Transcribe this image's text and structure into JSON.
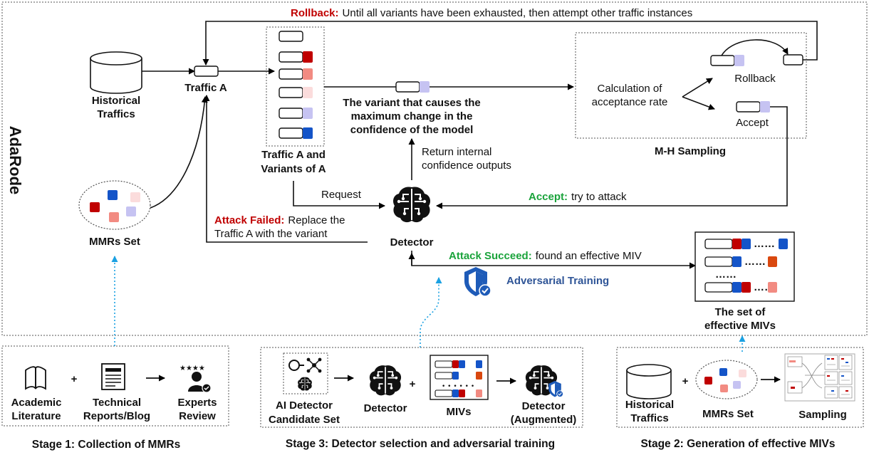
{
  "sidebar": {
    "title": "AdaRode"
  },
  "top_rollback": {
    "label": "Rollback:",
    "text": "Until all variants have been exhausted, then attempt other traffic instances"
  },
  "historical": {
    "line1": "Historical",
    "line2": "Traffics"
  },
  "traffic_a": {
    "label": "Traffic A"
  },
  "variants": {
    "line1": "Traffic A and",
    "line2": "Variants of A"
  },
  "max_variant": {
    "line1": "The variant that causes the",
    "line2": "maximum change in the",
    "line3": "confidence of the model"
  },
  "mh": {
    "title": "M-H Sampling",
    "calc_line1": "Calculation of",
    "calc_line2": "acceptance rate",
    "rollback": "Rollback",
    "accept": "Accept"
  },
  "return_outputs": {
    "line1": "Return internal",
    "line2": "confidence outputs"
  },
  "request": {
    "label": "Request"
  },
  "accept_attack": {
    "label": "Accept:",
    "text": "try to attack"
  },
  "attack_failed": {
    "label": "Attack Failed:",
    "text": "Replace the",
    "line2": "Traffic A with the variant"
  },
  "detector": {
    "label": "Detector"
  },
  "mmrs": {
    "label": "MMRs Set"
  },
  "attack_succeed": {
    "label": "Attack Succeed:",
    "text": "found an effective MIV"
  },
  "adv_training": {
    "label": "Adversarial Training"
  },
  "effective_mivs": {
    "line1": "The set of",
    "line2": "effective MIVs"
  },
  "stage1": {
    "title": "Stage 1: Collection of MMRs",
    "items": [
      {
        "line1": "Academic",
        "line2": "Literature"
      },
      {
        "line1": "Technical",
        "line2": "Reports/Blog"
      },
      {
        "line1": "Experts",
        "line2": "Review"
      }
    ],
    "plus": "+",
    "arrow": "→"
  },
  "stage3": {
    "title": "Stage 3: Detector selection and adversarial training",
    "items": [
      {
        "line1": "AI Detector",
        "line2": "Candidate Set"
      },
      {
        "line1": "Detector"
      },
      {
        "line1": "MIVs"
      },
      {
        "line1": "Detector",
        "line2": "(Augmented)"
      }
    ],
    "plus": "+",
    "arrow": "→"
  },
  "stage2": {
    "title": "Stage 2: Generation of effective MIVs",
    "items": [
      {
        "line1": "Historical",
        "line2": "Traffics"
      },
      {
        "line1": "MMRs Set"
      },
      {
        "line1": "Sampling"
      }
    ],
    "plus": "+",
    "arrow": "→"
  },
  "ellipsis": "……",
  "colors": {
    "dark_red": "#c00000",
    "pink": "#f28b82",
    "light_pink": "#fbdcdc",
    "lavender": "#c6c3f2",
    "blue": "#1454c8",
    "orange": "#d9480f",
    "green": "#1aa33b",
    "shield": "#1e5bb8"
  }
}
